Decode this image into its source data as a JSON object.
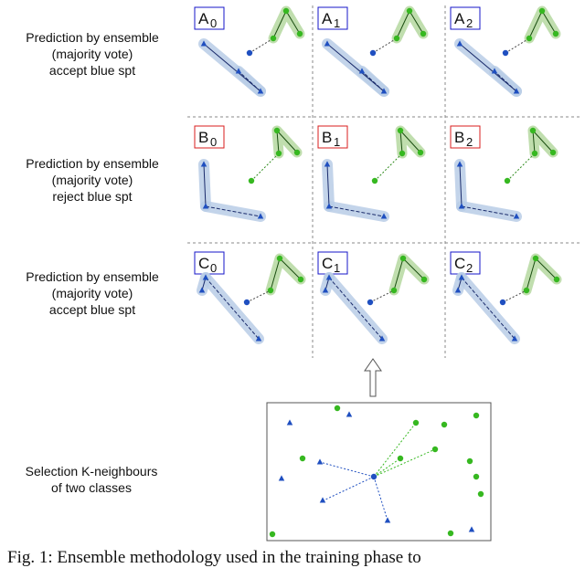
{
  "rows": [
    {
      "label_lines": [
        "Prediction by ensemble",
        "(majority vote)",
        "accept blue spt"
      ],
      "cells": [
        {
          "letter": "A",
          "index": "0",
          "status": "accept"
        },
        {
          "letter": "A",
          "index": "1",
          "status": "accept"
        },
        {
          "letter": "A",
          "index": "2",
          "status": "accept"
        }
      ]
    },
    {
      "label_lines": [
        "Prediction by ensemble",
        "(majority vote)",
        "reject blue spt"
      ],
      "cells": [
        {
          "letter": "B",
          "index": "0",
          "status": "reject"
        },
        {
          "letter": "B",
          "index": "1",
          "status": "reject"
        },
        {
          "letter": "B",
          "index": "2",
          "status": "reject"
        }
      ]
    },
    {
      "label_lines": [
        "Prediction by ensemble",
        "(majority vote)",
        "accept blue spt"
      ],
      "cells": [
        {
          "letter": "C",
          "index": "0",
          "status": "accept"
        },
        {
          "letter": "C",
          "index": "1",
          "status": "accept"
        },
        {
          "letter": "C",
          "index": "2",
          "status": "accept"
        }
      ]
    }
  ],
  "selection": {
    "label_lines": [
      "Selection K-neighbours",
      "of two classes"
    ]
  },
  "caption": "Fig. 1: Ensemble methodology used in the training phase to",
  "colors": {
    "accept_box": "#1515c8",
    "reject_box": "#d81e1e",
    "blue_class": "#1f4fc0",
    "green_class": "#36b820",
    "blue_band": "#b9cce6",
    "green_band": "#b5d8a0",
    "grid_line": "#888888"
  },
  "icons": {
    "blue_class_marker": "triangle-icon",
    "green_class_marker": "circle-icon",
    "query_marker": "dot-icon",
    "flow_arrow": "up-arrow-icon"
  }
}
